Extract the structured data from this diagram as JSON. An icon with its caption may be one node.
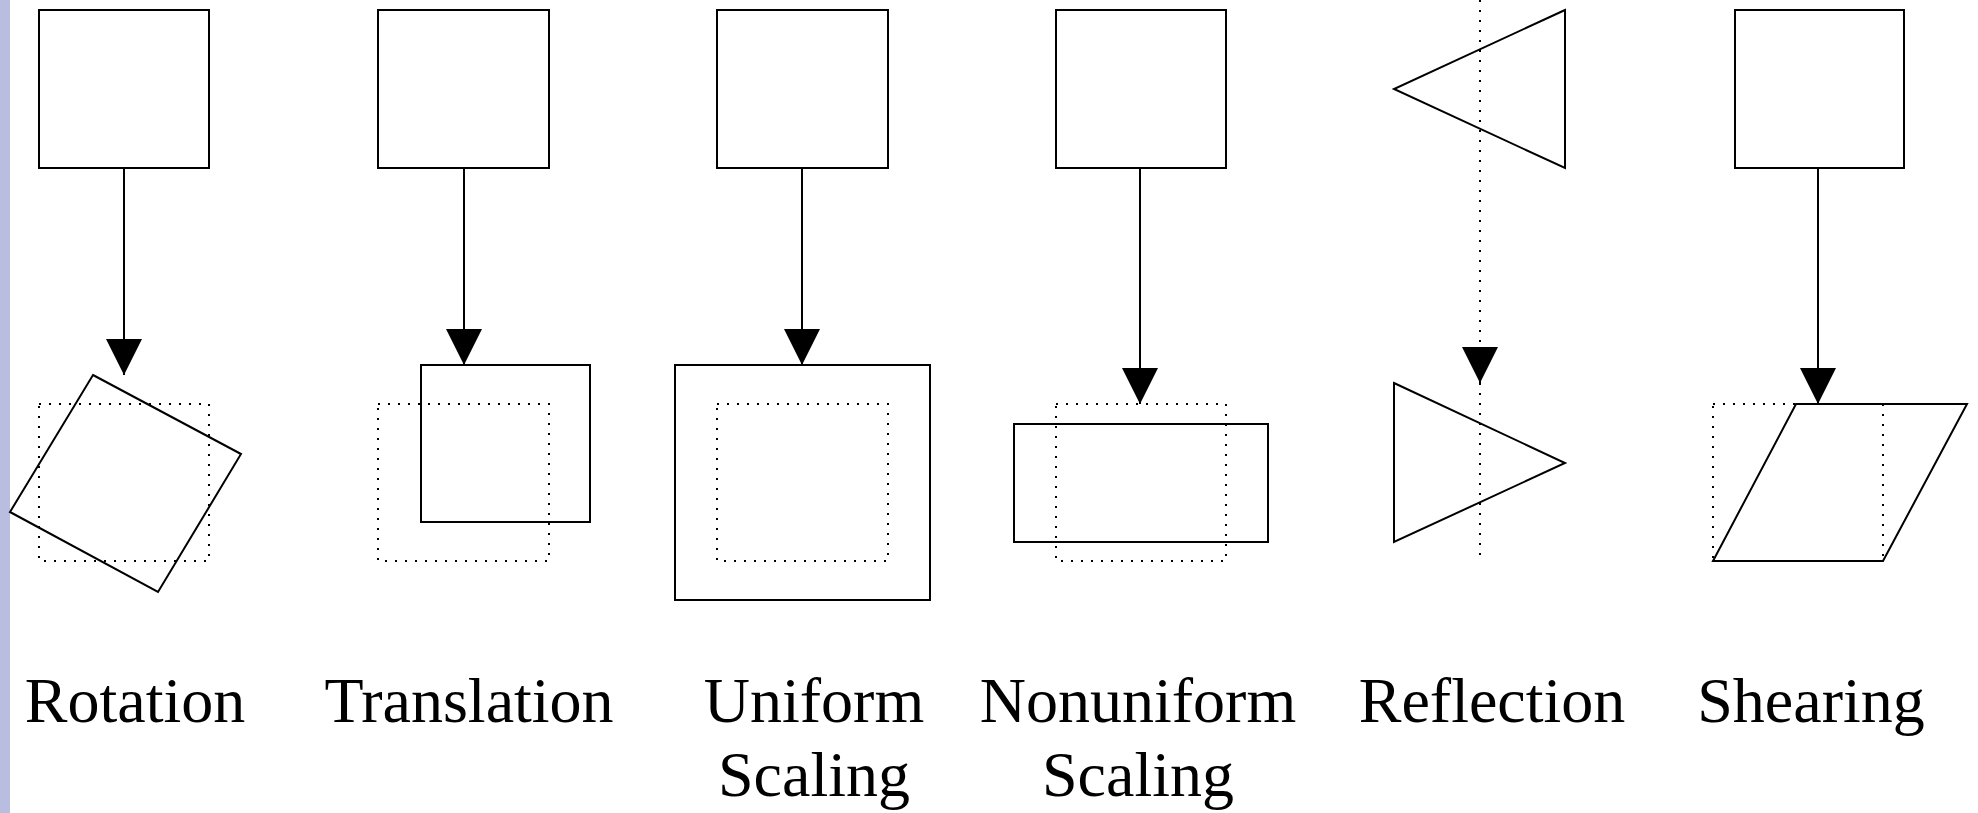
{
  "diagram": {
    "nodes": [
      {
        "text": [],
        "shape": "box"
      },
      {
        "text": [],
        "shape": "box"
      },
      {
        "text": [],
        "shape": "box"
      },
      {
        "text": [],
        "shape": "box"
      },
      {
        "text": [],
        "shape": "triangle"
      },
      {
        "text": [],
        "shape": "box"
      },
      {
        "text": [],
        "shape": "box"
      },
      {
        "text": [],
        "shape": "box"
      },
      {
        "text": [],
        "shape": "box"
      },
      {
        "text": [],
        "shape": "box"
      },
      {
        "text": [],
        "shape": "triangle"
      },
      {
        "text": [],
        "shape": "parallelogram"
      }
    ],
    "edges": [
      {
        "from": 0,
        "to": 6,
        "arrow": "to"
      },
      {
        "from": 1,
        "to": 7,
        "arrow": "to"
      },
      {
        "from": 2,
        "to": 8,
        "arrow": "to"
      },
      {
        "from": 3,
        "to": 9,
        "arrow": "to"
      },
      {
        "from": 4,
        "to": 10,
        "arrow": "to"
      },
      {
        "from": 5,
        "to": 11,
        "arrow": "to"
      }
    ],
    "labels": [
      "Rotation",
      "Translation",
      "Uniform Scaling",
      "Nonuniform Scaling",
      "Reflection",
      "Shearing"
    ]
  }
}
